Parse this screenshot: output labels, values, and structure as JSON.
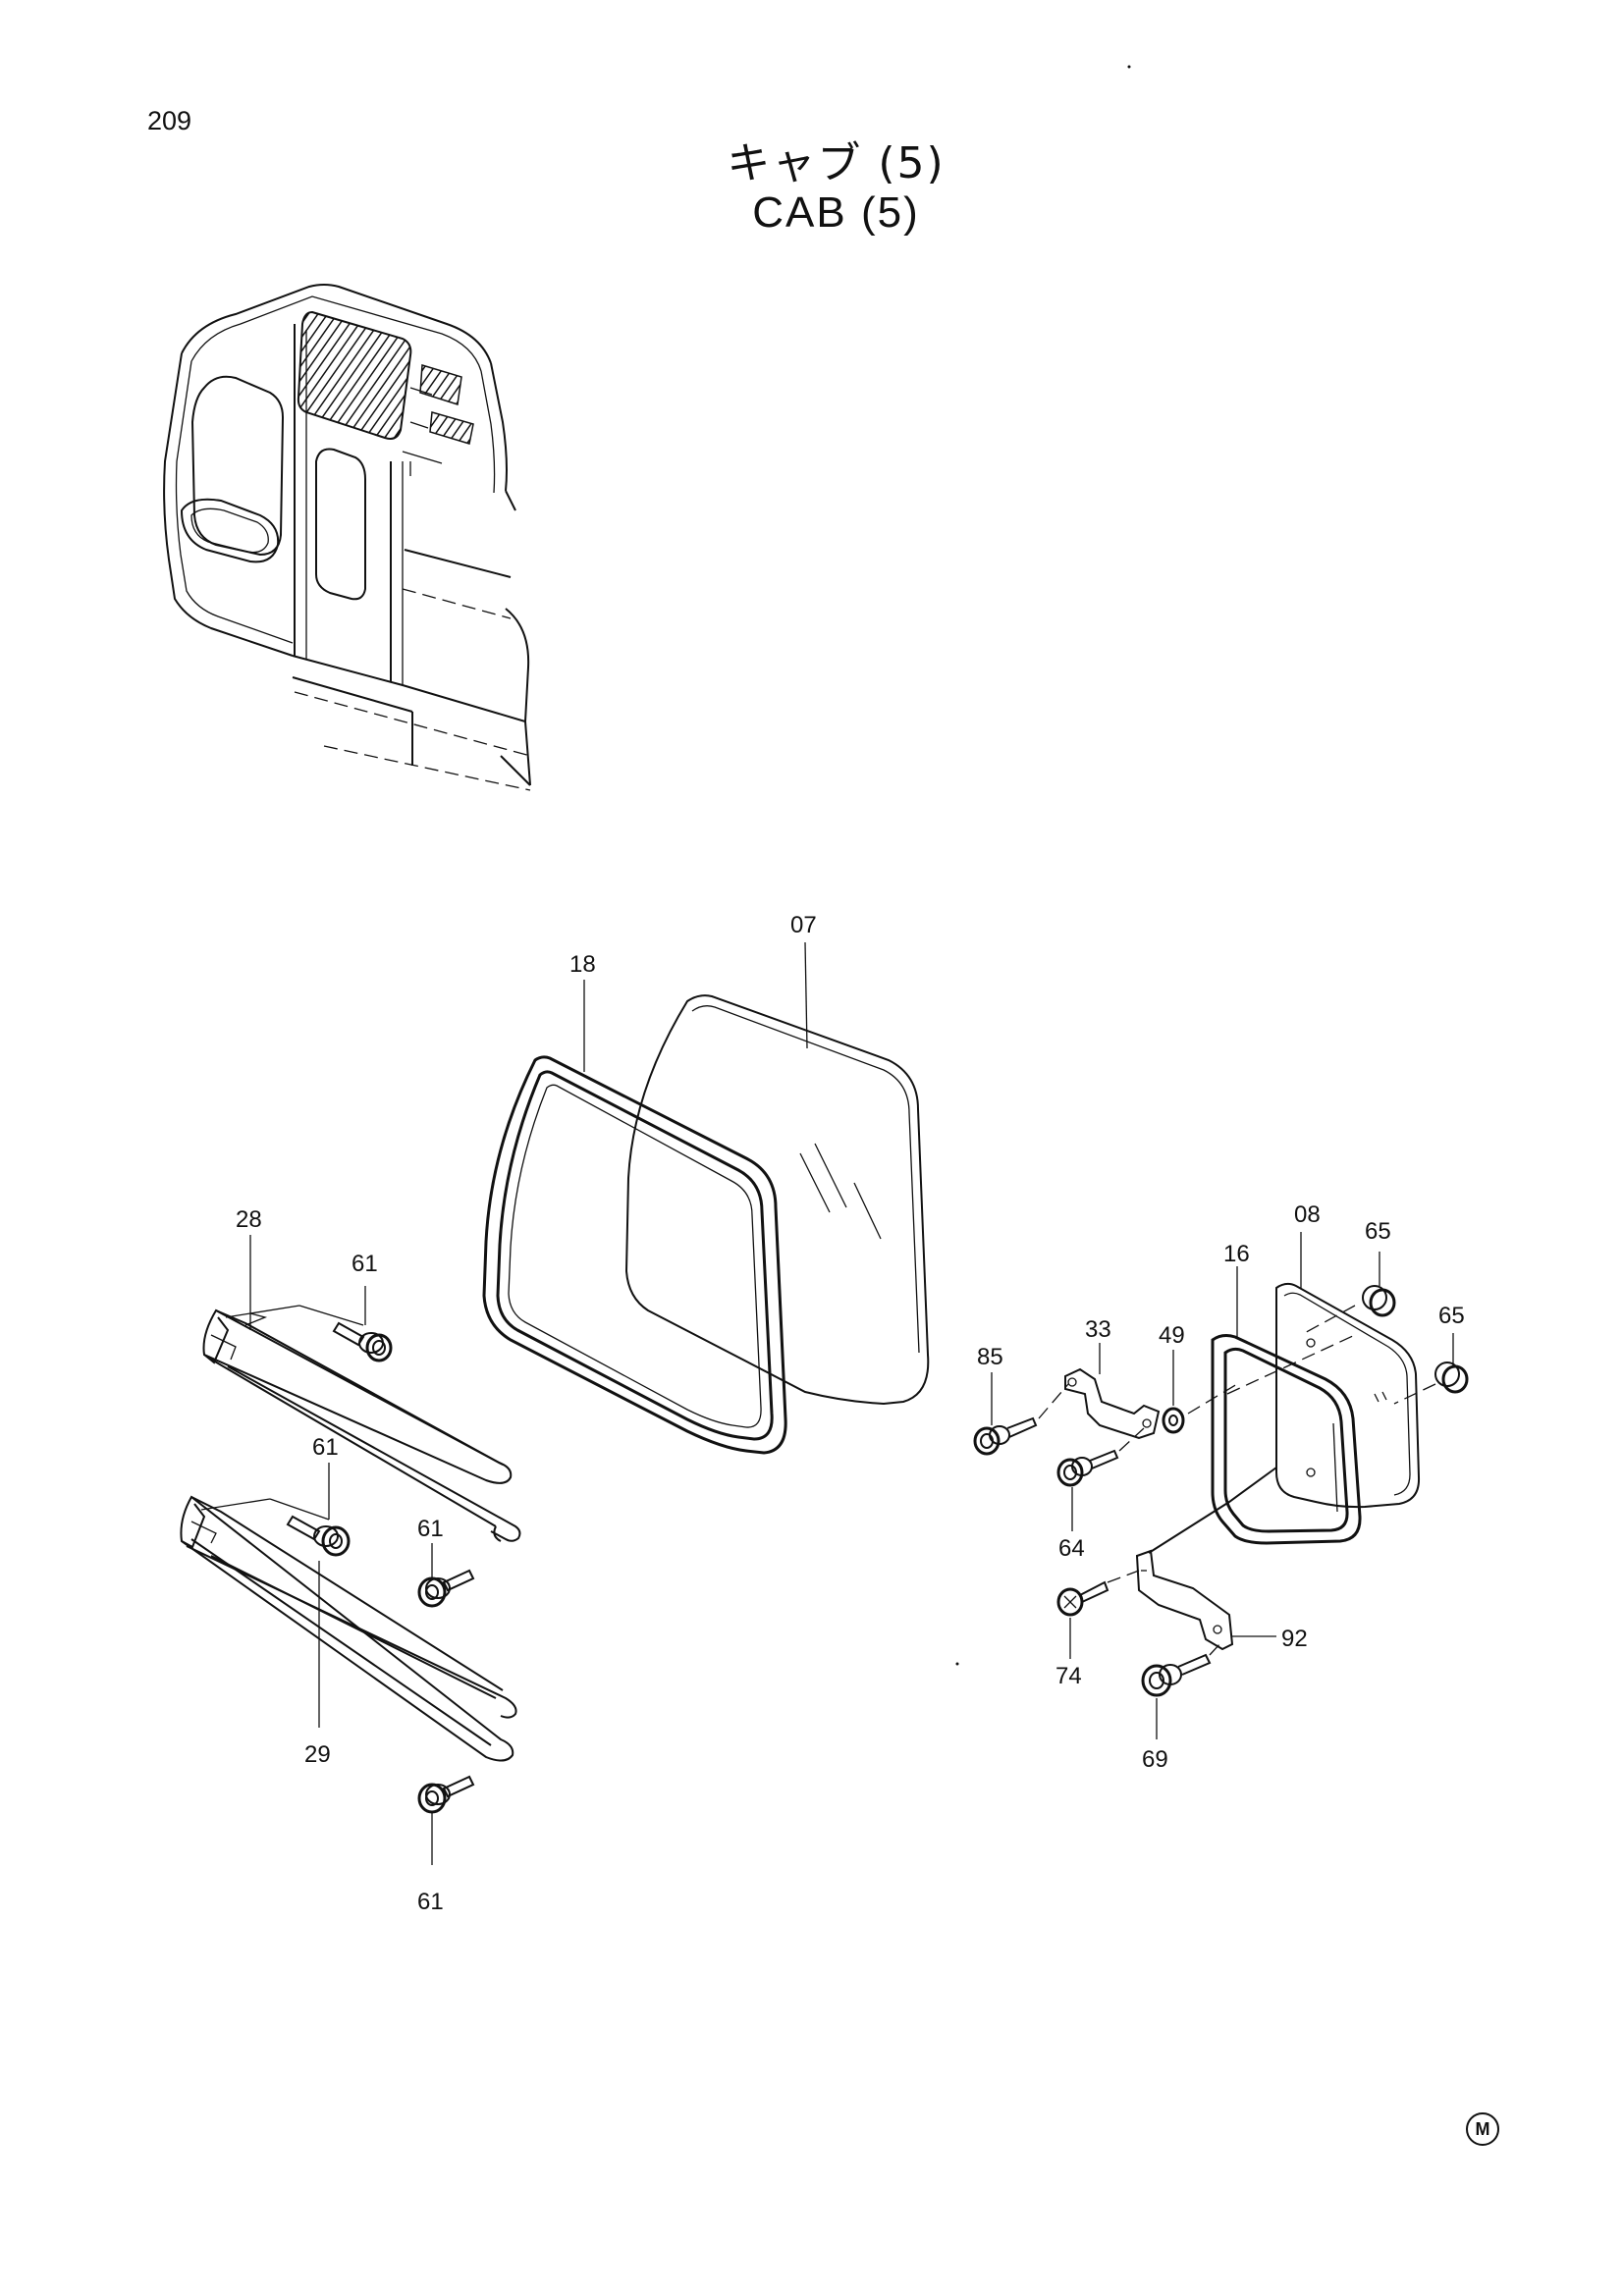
{
  "page_number": "209",
  "title_jp": "キャブ (5)",
  "title_en": "CAB (5)",
  "corner_mark": "M",
  "parts": {
    "p07": "07",
    "p18": "18",
    "p28": "28",
    "p29": "29",
    "p61a": "61",
    "p61b": "61",
    "p61c": "61",
    "p61d": "61",
    "p08": "08",
    "p16": "16",
    "p65a": "65",
    "p65b": "65",
    "p33": "33",
    "p49": "49",
    "p85": "85",
    "p64": "64",
    "p74": "74",
    "p92": "92",
    "p69": "69"
  }
}
